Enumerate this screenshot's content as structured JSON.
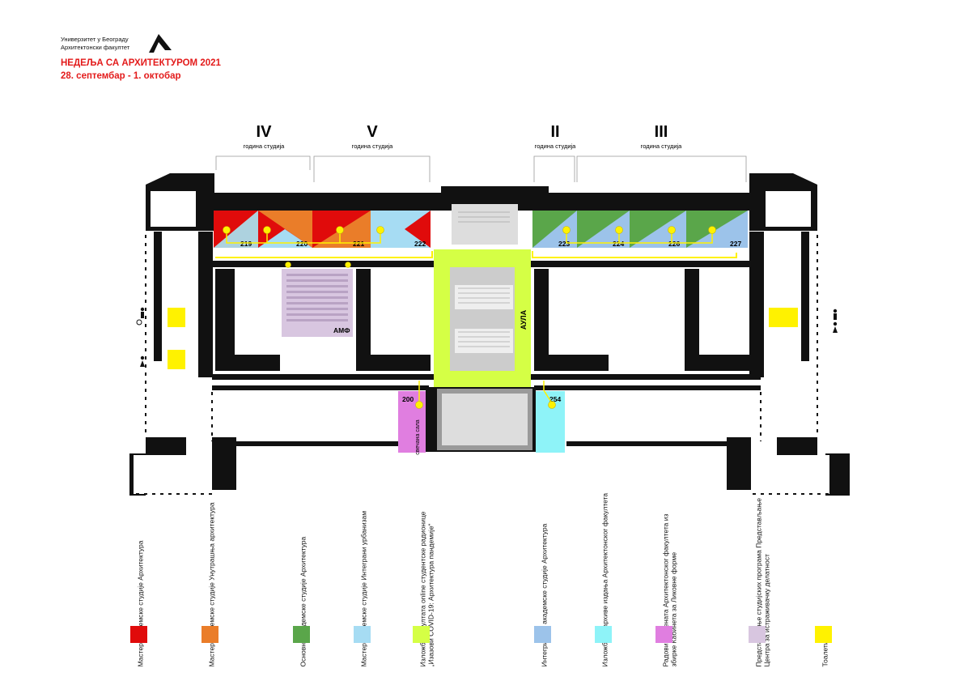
{
  "header": {
    "institution_line1": "Универзитет у Београду",
    "institution_line2": "Архитектонски факултет",
    "event_title": "НЕДЕЉА СА АРХИТЕКТУРОМ 2021",
    "event_dates": "28. септембар - 1. октобар"
  },
  "year_groups": [
    {
      "numeral": "IV",
      "label": "година студија"
    },
    {
      "numeral": "V",
      "label": "година студија"
    },
    {
      "numeral": "II",
      "label": "година студија"
    },
    {
      "numeral": "III",
      "label": "година студија"
    }
  ],
  "rooms": {
    "r219": "219",
    "r220": "220",
    "r221": "221",
    "r222": "222",
    "r223": "223",
    "r224": "224",
    "r226": "226",
    "r227": "227",
    "r200": "200",
    "r254": "254",
    "amphitheater": "АМФ",
    "aula": "АУЛА",
    "ceremonial_hall": "свечана сала"
  },
  "colors": {
    "master_architecture": "#e00b0b",
    "master_interior": "#ea7d29",
    "basic_architecture": "#5aa64a",
    "master_urbanism": "#a6dcf3",
    "covid_exhibition": "#d5ff45",
    "integrated_architecture": "#9cc3ea",
    "archive_exhibition": "#8ef3f8",
    "student_works": "#e07ee0",
    "study_programs": "#d8c6e0",
    "toilets": "#fff200",
    "walls": "#111111"
  },
  "legend": [
    {
      "text": "Мастер академске студије Архитектура",
      "color": "#e00b0b"
    },
    {
      "text": "Мастер академске студије Унутрашња архитектура",
      "color": "#ea7d29"
    },
    {
      "text": "Основне академске студије Архитектура",
      "color": "#5aa64a"
    },
    {
      "text": "Мастер академске студије Интеграни урбанизам",
      "color": "#a6dcf3"
    },
    {
      "text": "Изложба резултата online студентске радионице „Изазови COVID-19: Архитектура пандемије“",
      "color": "#d5ff45"
    },
    {
      "text": "Интегрисане академске студије Архитектура",
      "color": "#9cc3ea"
    },
    {
      "text": "Изложба из архиве издања Архитектонског факултета",
      "color": "#8ef3f8"
    },
    {
      "text": "Радови студената Архитектонског факултета из збирке Кабинета за Ликовне форме",
      "color": "#e07ee0"
    },
    {
      "text": "Представљање студијских програма Представљање Центра за истраживачку делатност",
      "color": "#d8c6e0"
    },
    {
      "text": "Тоалети",
      "color": "#fff200"
    }
  ]
}
